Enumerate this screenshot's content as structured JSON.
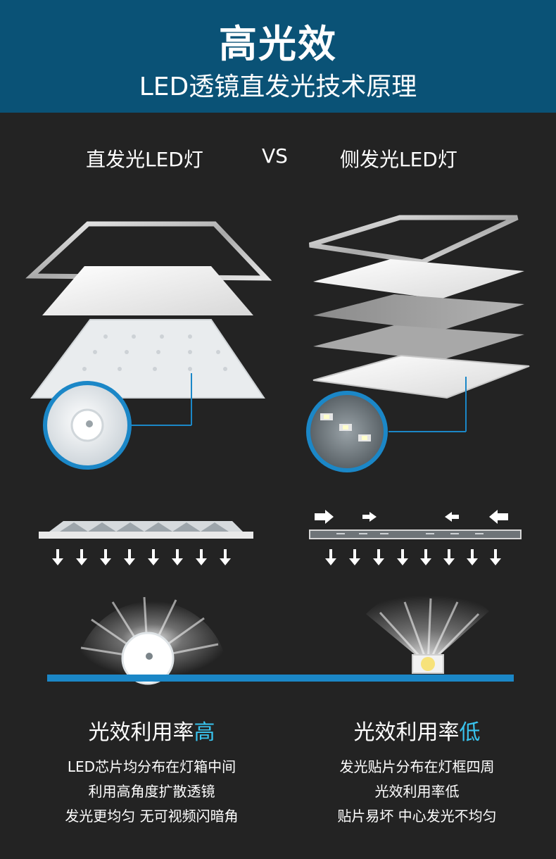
{
  "header": {
    "title": "高光效",
    "subtitle": "LED透镜直发光技术原理"
  },
  "compare": {
    "left_label": "直发光LED灯",
    "vs": "VS",
    "right_label": "侧发光LED灯"
  },
  "left": {
    "caption_prefix": "光效利用率",
    "caption_highlight": "高",
    "lines": [
      "LED芯片均分布在灯箱中间",
      "利用高角度扩散透镜",
      "发光更均匀 无可视频闪暗角"
    ]
  },
  "right": {
    "caption_prefix": "光效利用率",
    "caption_highlight": "低",
    "lines": [
      "发光贴片分布在灯框四周",
      "光效利用率低",
      "贴片易坏 中心发光不均匀"
    ]
  },
  "colors": {
    "header_bg": "#0a5276",
    "accent": "#39c4ef",
    "blue_line": "#1b87c7"
  }
}
